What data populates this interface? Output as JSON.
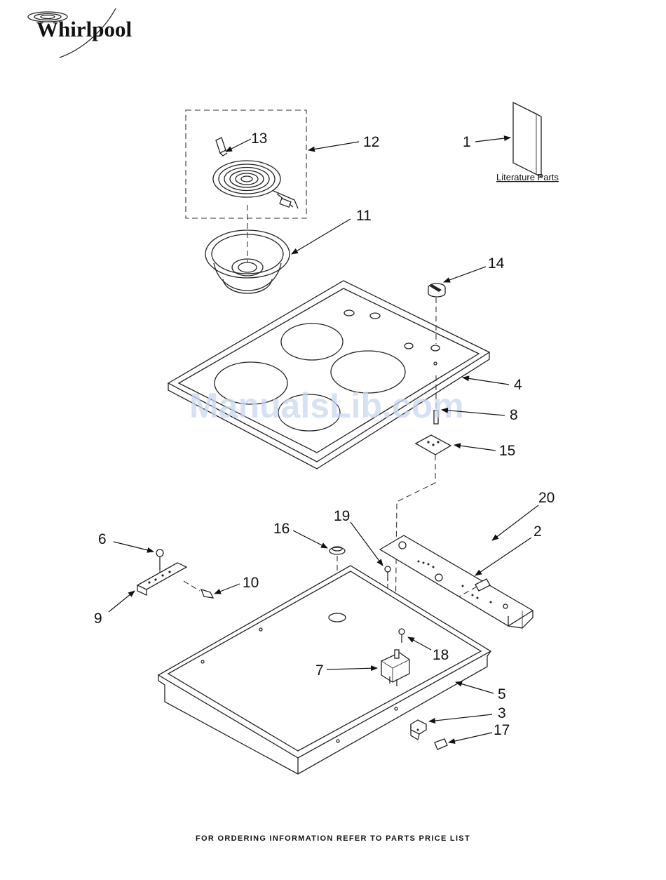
{
  "brand": {
    "name": "Whirlpool"
  },
  "watermark": "ManualsLib.com",
  "literature_label": "Literature Parts",
  "footer": "FOR ORDERING INFORMATION REFER TO PARTS PRICE LIST",
  "callouts": {
    "c1": "1",
    "c2": "2",
    "c3": "3",
    "c4": "4",
    "c5": "5",
    "c6": "6",
    "c7": "7",
    "c8": "8",
    "c9": "9",
    "c10": "10",
    "c11": "11",
    "c12": "12",
    "c13": "13",
    "c14": "14",
    "c15": "15",
    "c16": "16",
    "c17": "17",
    "c18": "18",
    "c19": "19",
    "c20": "20"
  }
}
